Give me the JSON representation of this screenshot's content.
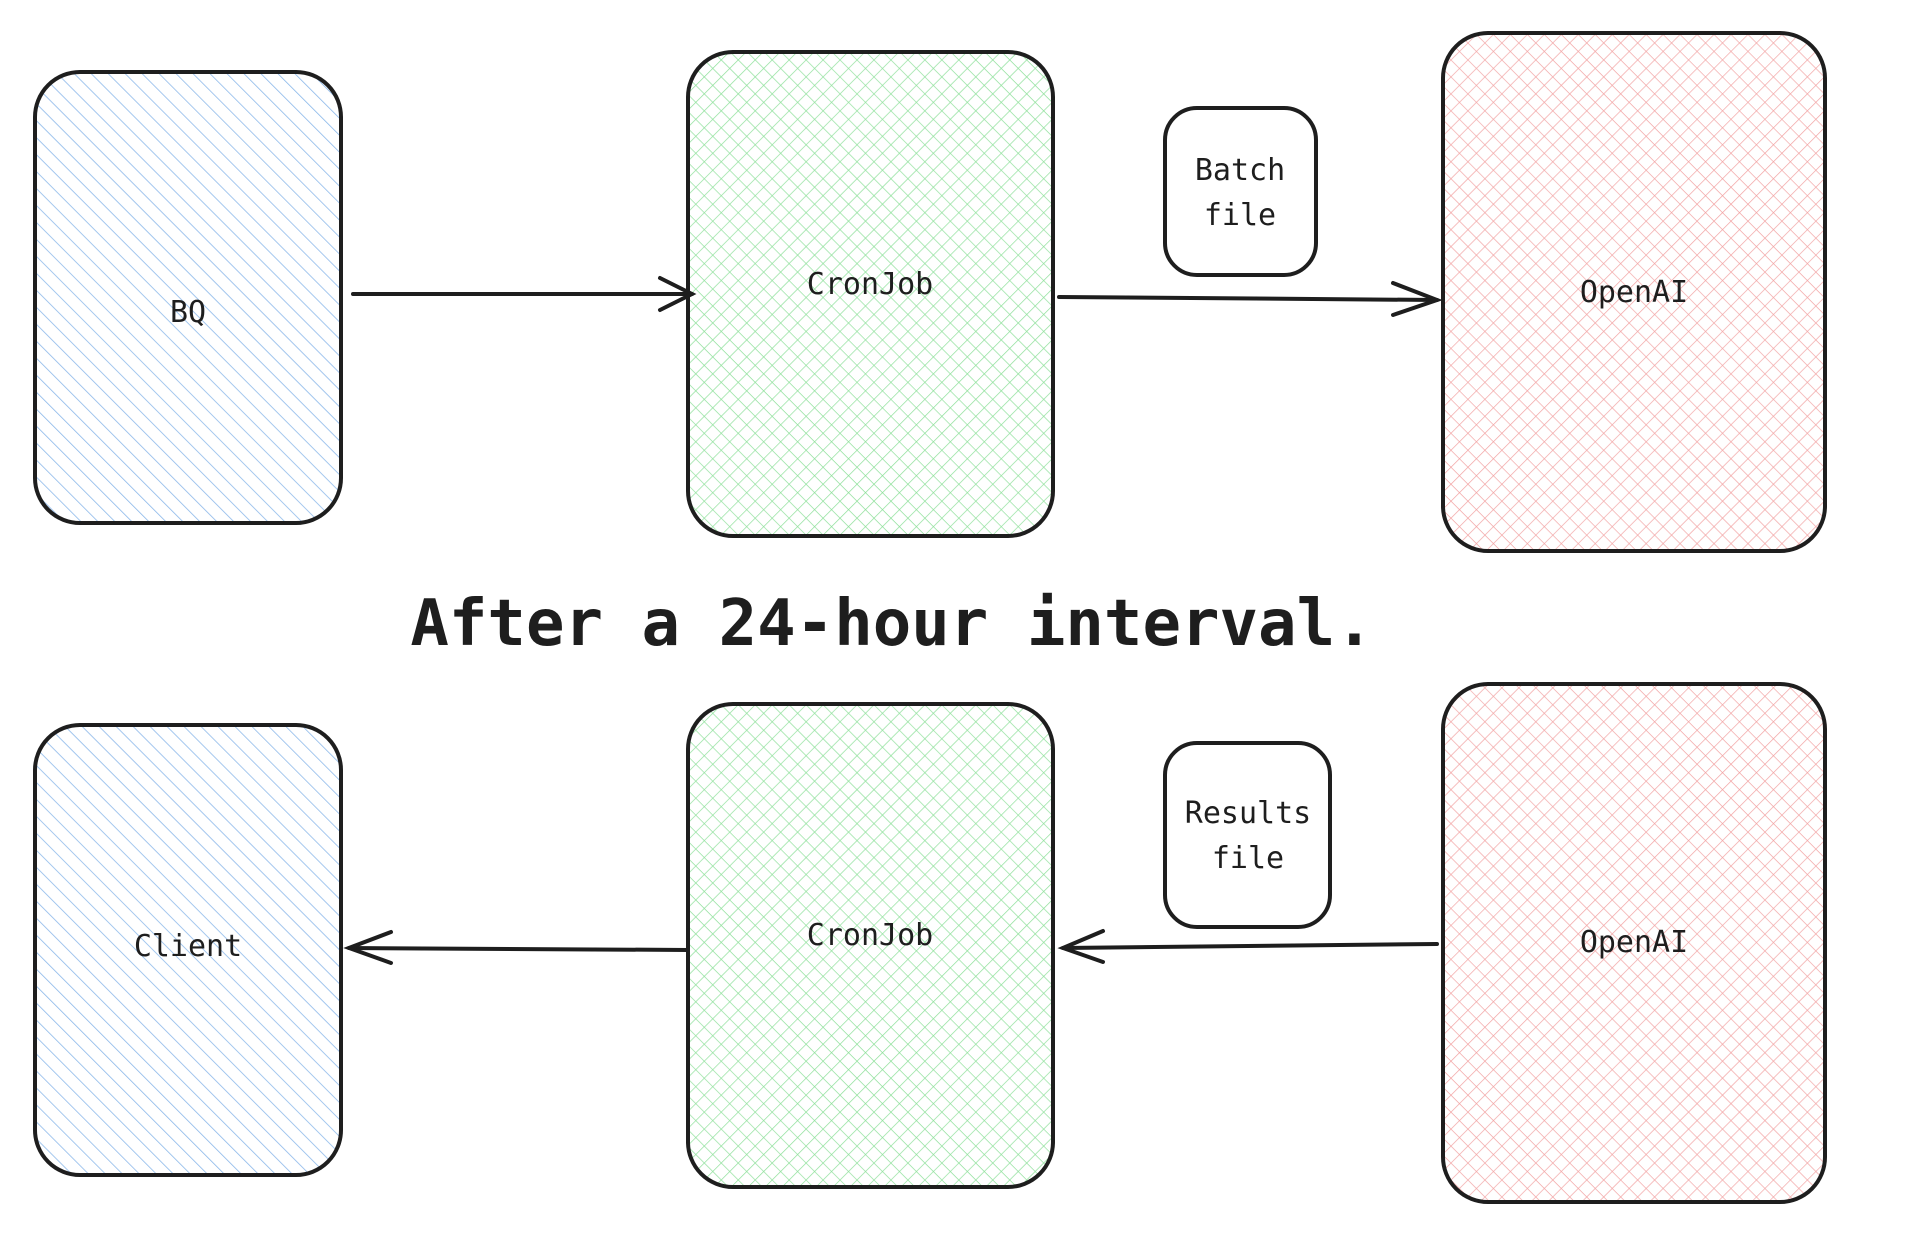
{
  "title": "After a 24-hour interval.",
  "top_row": {
    "source": "BQ",
    "processor": "CronJob",
    "file": [
      "Batch",
      "file"
    ],
    "target": "OpenAI"
  },
  "bottom_row": {
    "destination": "Client",
    "processor": "CronJob",
    "file": [
      "Results",
      "file"
    ],
    "source": "OpenAI"
  },
  "colors": {
    "blue": "#a5c8f0",
    "green": "#b2f2bb",
    "red": "#ffc9c9",
    "stroke": "#1e1e1e"
  }
}
